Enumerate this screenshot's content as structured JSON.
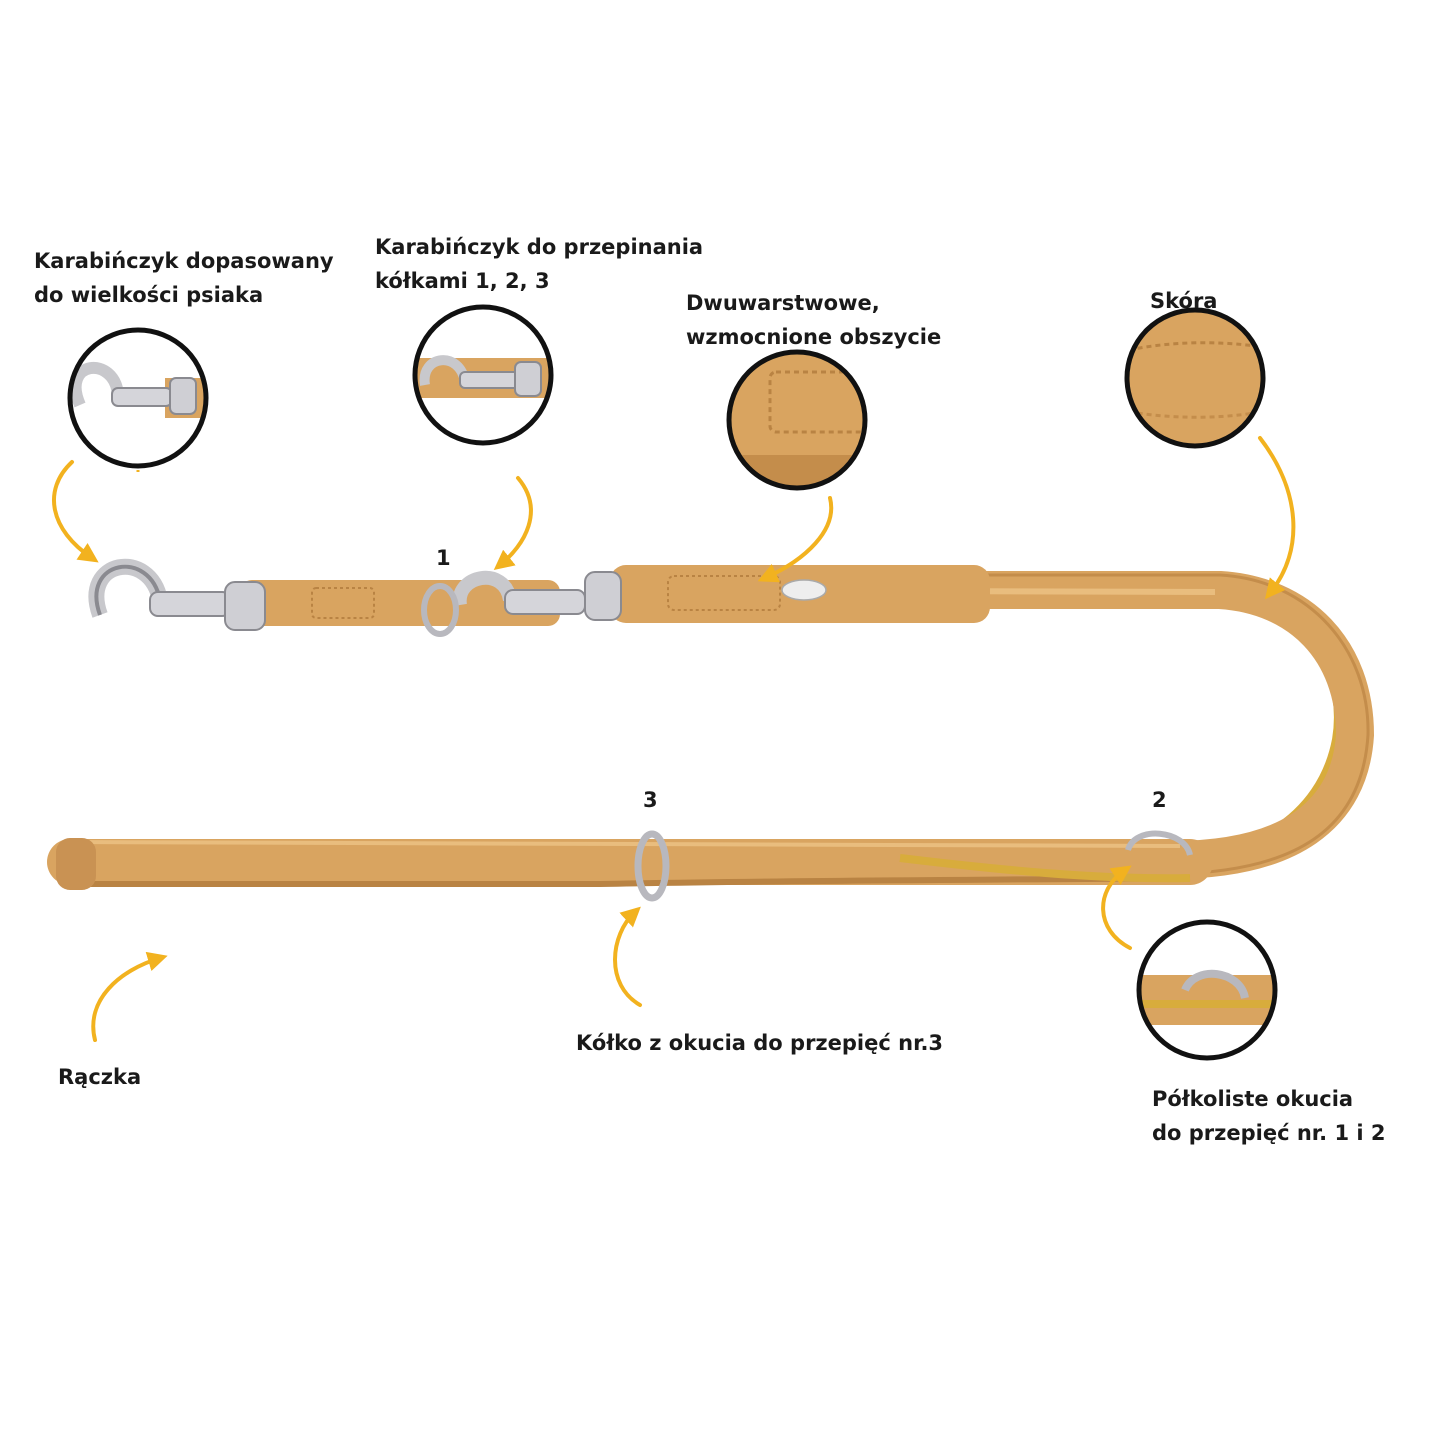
{
  "labels": {
    "snap_hook": {
      "line1": "Karabińczyk dopasowany",
      "line2": "do wielkości psiaka"
    },
    "snap_reclip": {
      "line1": "Karabińczyk do przepinania",
      "line2": "kółkami 1, 2, 3"
    },
    "stitching": {
      "line1": "Dwuwarstwowe,",
      "line2": "wzmocnione obszycie"
    },
    "leather": {
      "line1": "Skóra"
    },
    "handle": {
      "line1": "Rączka"
    },
    "ring3": {
      "line1": "Kółko z okucia do przepięć nr.3"
    },
    "semicircle": {
      "line1": "Półkoliste okucia",
      "line2": "do przepięć nr. 1 i 2"
    }
  },
  "numbers": {
    "n1": "1",
    "n2": "2",
    "n3": "3"
  },
  "colors": {
    "leather": "#d9a460",
    "leather_dark": "#b98343",
    "leather_light": "#e9bd7e",
    "yellow_inner": "#d8ac3c",
    "metal": "#c8c8cc",
    "metal_dark": "#8a8a90",
    "arrow": "#f2b21f",
    "circle_border": "#111111"
  },
  "icons": [
    "snap-hook-icon",
    "ring-icon",
    "curved-arrow-icon"
  ]
}
